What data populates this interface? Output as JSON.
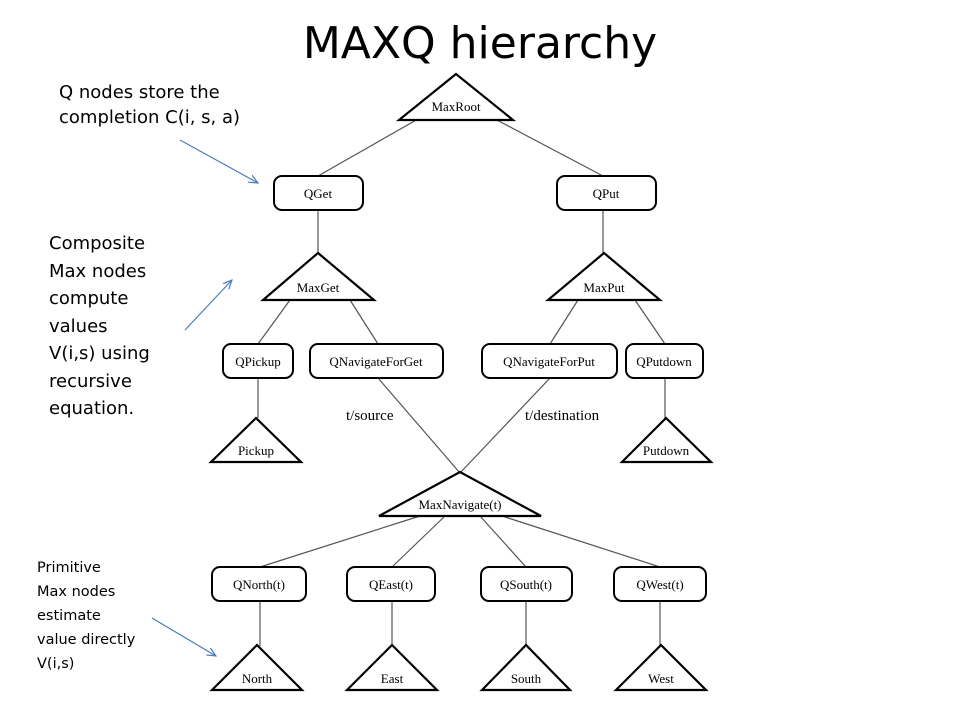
{
  "title": "MAXQ hierarchy",
  "annotations": {
    "q_nodes": [
      "Q nodes store the",
      "completion C(i, s, a)"
    ],
    "composite": [
      "Composite",
      "Max nodes",
      "compute",
      "values",
      "V(i,s) using",
      "recursive",
      "equation."
    ],
    "primitive": [
      "Primitive",
      "Max nodes",
      "estimate",
      "value directly",
      "V(i,s)"
    ]
  },
  "nodes": {
    "max_root": "MaxRoot",
    "q_get": "QGet",
    "q_put": "QPut",
    "max_get": "MaxGet",
    "max_put": "MaxPut",
    "q_pickup": "QPickup",
    "q_navigate_for_get": "QNavigateForGet",
    "q_navigate_for_put": "QNavigateForPut",
    "q_putdown": "QPutdown",
    "pickup": "Pickup",
    "putdown": "Putdown",
    "max_navigate": "MaxNavigate(t)",
    "q_north": "QNorth(t)",
    "q_east": "QEast(t)",
    "q_south": "QSouth(t)",
    "q_west": "QWest(t)",
    "north": "North",
    "east": "East",
    "south": "South",
    "west": "West"
  },
  "edge_labels": {
    "source": "t/source",
    "destination": "t/destination"
  },
  "colors": {
    "arrow": "#4a7ebb",
    "stroke": "#000000",
    "background": "#ffffff"
  }
}
